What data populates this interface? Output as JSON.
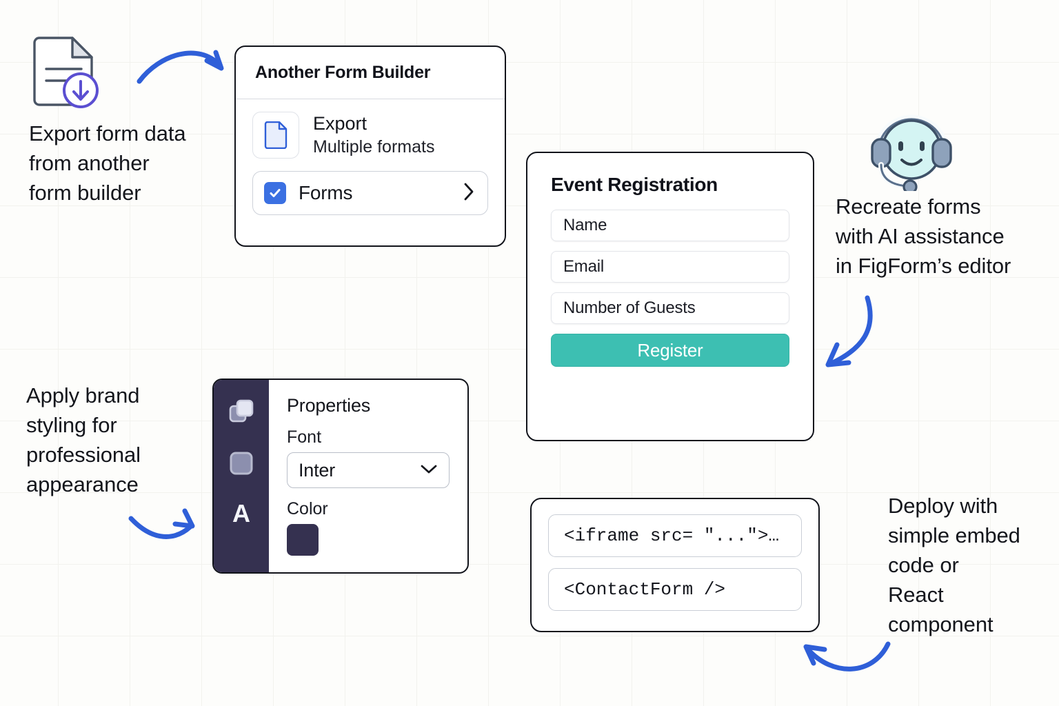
{
  "canvas": {
    "background_color": "#fdfdfb",
    "grid_color": "#f2f2ee",
    "accent_blue": "#2f5fd8",
    "accent_purple": "#5b4fd1",
    "accent_teal": "#3dbfb2",
    "dark_navy": "#353150",
    "ink": "#11131a"
  },
  "notes": {
    "export": "Export form data\nfrom another\nform builder",
    "brand": "Apply brand\nstyling for\nprofessional\nappearance",
    "ai": "Recreate forms\nwith AI assistance\nin FigForm’s editor",
    "deploy": "Deploy with\nsimple embed\ncode or\nReact\ncomponent"
  },
  "form_builder_card": {
    "title": "Another Form Builder",
    "export_item": {
      "title": "Export",
      "subtitle": "Multiple formats",
      "icon": "file-document-icon"
    },
    "forms_row": {
      "label": "Forms",
      "checked": true,
      "checkbox_color": "#3b70e2",
      "chevron": "chevron-right-icon"
    }
  },
  "event_card": {
    "title": "Event Registration",
    "fields": [
      {
        "placeholder": "Name"
      },
      {
        "placeholder": "Email"
      },
      {
        "placeholder": "Number of Guests"
      }
    ],
    "submit_label": "Register",
    "submit_color": "#3dbfb2"
  },
  "properties_panel": {
    "title": "Properties",
    "tools": [
      {
        "name": "layers-duplicate-icon"
      },
      {
        "name": "square-shape-icon"
      },
      {
        "name": "text-tool-icon",
        "glyph": "A"
      }
    ],
    "font": {
      "label": "Font",
      "value": "Inter",
      "chevron": "chevron-down-icon"
    },
    "color": {
      "label": "Color",
      "value": "#353150"
    }
  },
  "embed_card": {
    "snippets": [
      "<iframe src= \"...\">…",
      "<ContactForm />"
    ]
  },
  "icons": {
    "export_doc": "document-download-icon",
    "ai_avatar": "ai-support-agent-avatar-icon",
    "arrow_top": "curved-arrow-right-icon",
    "arrow_ai": "curved-arrow-down-left-icon",
    "arrow_brand": "curved-arrow-right-icon",
    "arrow_deploy": "curved-arrow-up-left-icon"
  }
}
